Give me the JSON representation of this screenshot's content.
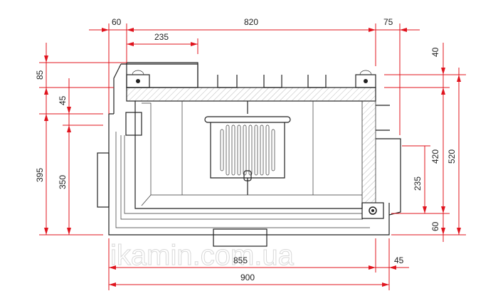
{
  "drawing": {
    "title": "Fireplace insert top section with dimensions",
    "watermark": "ikamin.com.ua",
    "dimensions": {
      "top_left_offset": "60",
      "top_width": "820",
      "top_right_offset": "75",
      "hood_width": "235",
      "left_top_height": "85",
      "left_step": "45",
      "left_depth_outer": "395",
      "left_depth_inner": "350",
      "right_top_offset": "40",
      "right_depth_inner": "420",
      "right_depth_outer": "520",
      "right_mid": "235",
      "right_bottom": "60",
      "bottom_inner_width": "855",
      "bottom_outer_width": "900",
      "bottom_right_offset": "45"
    },
    "colors": {
      "dimension": "#e0141e",
      "outline": "#222222"
    }
  }
}
